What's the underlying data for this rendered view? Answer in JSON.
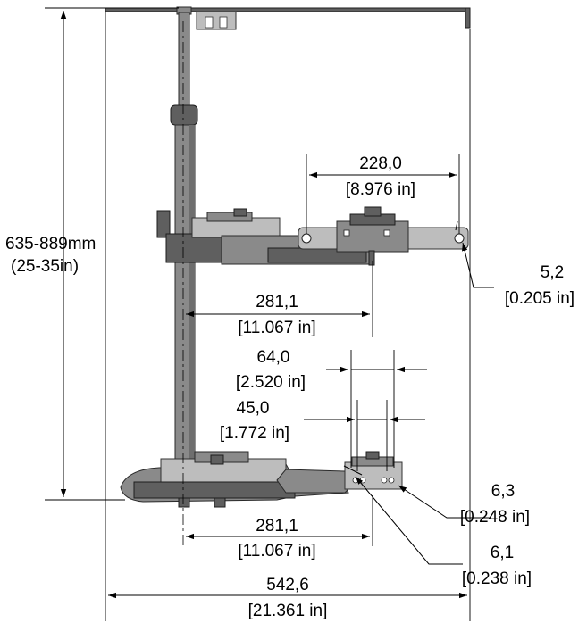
{
  "dimensions": {
    "overall_height": {
      "line1": "635-889mm",
      "line2": "(25-35in)"
    },
    "upper_arm_hole_spacing": {
      "line1": "228,0",
      "line2": "[8.976 in]"
    },
    "hole_diameter_upper": {
      "line1": "5,2",
      "line2": "[0.205 in]"
    },
    "upper_reach": {
      "line1": "281,1",
      "line2": "[11.067 in]"
    },
    "outer_width": {
      "line1": "64,0",
      "line2": "[2.520 in]"
    },
    "inner_width": {
      "line1": "45,0",
      "line2": "[1.772 in]"
    },
    "hole_diameter_a": {
      "line1": "6,3",
      "line2": "[0.248 in]"
    },
    "lower_reach": {
      "line1": "281,1",
      "line2": "[11.067 in]"
    },
    "hole_diameter_b": {
      "line1": "6,1",
      "line2": "[0.238 in]"
    },
    "overall_width": {
      "line1": "542,6",
      "line2": "[21.361 in]"
    }
  }
}
